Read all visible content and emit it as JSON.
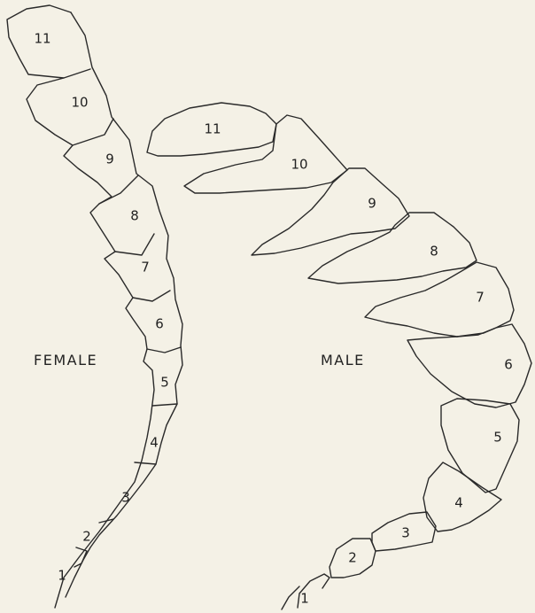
{
  "female": {
    "label": "FEMALE",
    "segments": [
      "1",
      "2",
      "3",
      "4",
      "5",
      "6",
      "7",
      "8",
      "9",
      "10",
      "11"
    ]
  },
  "male": {
    "label": "MALE",
    "segments": [
      "1",
      "2",
      "3",
      "4",
      "5",
      "6",
      "7",
      "8",
      "9",
      "10",
      "11"
    ]
  }
}
